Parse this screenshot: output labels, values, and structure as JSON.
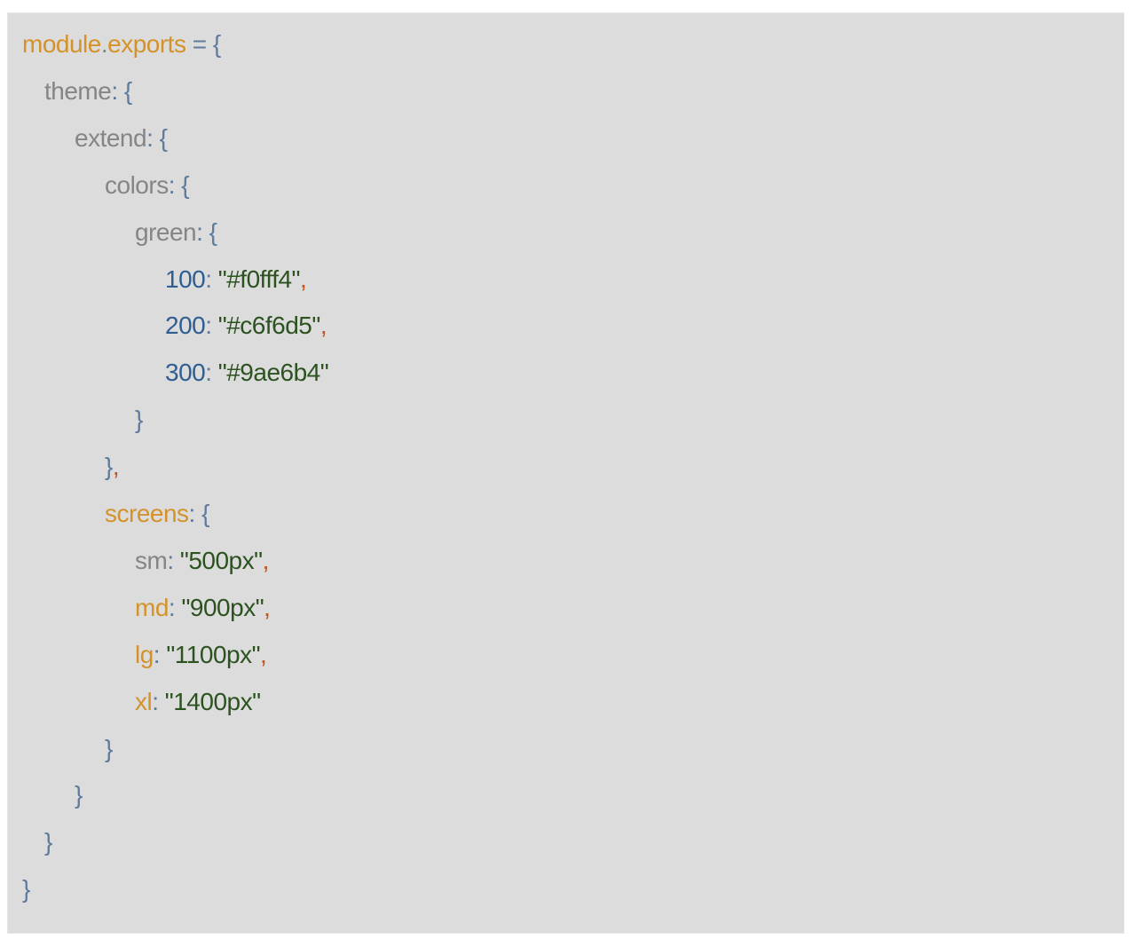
{
  "code_block": {
    "background": "#dcdcdc",
    "token_colors": {
      "keyword": "#d4922a",
      "identifier": "#858585",
      "punctuation": "#5e7a9c",
      "number_key": "#2e5e92",
      "string": "#2c5220",
      "comma": "#c25418"
    },
    "lines": [
      {
        "indent": 0,
        "tokens": [
          {
            "t": "module",
            "c": "kw"
          },
          {
            "t": ".",
            "c": "id"
          },
          {
            "t": "exports",
            "c": "kw"
          },
          {
            "t": " = {",
            "c": "punc"
          }
        ]
      },
      {
        "indent": 1,
        "tokens": [
          {
            "t": "theme",
            "c": "id"
          },
          {
            "t": ": {",
            "c": "punc"
          }
        ]
      },
      {
        "indent": 2,
        "tokens": [
          {
            "t": "extend",
            "c": "id"
          },
          {
            "t": ": {",
            "c": "punc"
          }
        ]
      },
      {
        "indent": 3,
        "tokens": [
          {
            "t": "colors",
            "c": "id"
          },
          {
            "t": ": {",
            "c": "punc"
          }
        ]
      },
      {
        "indent": 4,
        "tokens": [
          {
            "t": "green",
            "c": "id"
          },
          {
            "t": ": {",
            "c": "punc"
          }
        ]
      },
      {
        "indent": 5,
        "tokens": [
          {
            "t": "100",
            "c": "num"
          },
          {
            "t": ": ",
            "c": "punc"
          },
          {
            "t": "\"#f0fff4\"",
            "c": "str"
          },
          {
            "t": ",",
            "c": "comma"
          }
        ]
      },
      {
        "indent": 5,
        "tokens": [
          {
            "t": "200",
            "c": "num"
          },
          {
            "t": ": ",
            "c": "punc"
          },
          {
            "t": "\"#c6f6d5\"",
            "c": "str"
          },
          {
            "t": ",",
            "c": "comma"
          }
        ]
      },
      {
        "indent": 5,
        "tokens": [
          {
            "t": "300",
            "c": "num"
          },
          {
            "t": ": ",
            "c": "punc"
          },
          {
            "t": "\"#9ae6b4\"",
            "c": "str"
          }
        ]
      },
      {
        "indent": 4,
        "tokens": [
          {
            "t": "}",
            "c": "punc"
          }
        ]
      },
      {
        "indent": 3,
        "tokens": [
          {
            "t": "}",
            "c": "punc"
          },
          {
            "t": ",",
            "c": "comma"
          }
        ]
      },
      {
        "indent": 3,
        "tokens": [
          {
            "t": "screens",
            "c": "kw"
          },
          {
            "t": ": {",
            "c": "punc"
          }
        ]
      },
      {
        "indent": 4,
        "tokens": [
          {
            "t": "sm",
            "c": "id"
          },
          {
            "t": ": ",
            "c": "punc"
          },
          {
            "t": "\"500px\"",
            "c": "str"
          },
          {
            "t": ",",
            "c": "comma"
          }
        ]
      },
      {
        "indent": 4,
        "tokens": [
          {
            "t": "md",
            "c": "kw"
          },
          {
            "t": ": ",
            "c": "punc"
          },
          {
            "t": "\"900px\"",
            "c": "str"
          },
          {
            "t": ",",
            "c": "comma"
          }
        ]
      },
      {
        "indent": 4,
        "tokens": [
          {
            "t": "lg",
            "c": "kw"
          },
          {
            "t": ": ",
            "c": "punc"
          },
          {
            "t": "\"1100px\"",
            "c": "str"
          },
          {
            "t": ",",
            "c": "comma"
          }
        ]
      },
      {
        "indent": 4,
        "tokens": [
          {
            "t": "xl",
            "c": "kw"
          },
          {
            "t": ": ",
            "c": "punc"
          },
          {
            "t": "\"1400px\"",
            "c": "str"
          }
        ]
      },
      {
        "indent": 3,
        "tokens": [
          {
            "t": "}",
            "c": "punc"
          }
        ]
      },
      {
        "indent": 2,
        "tokens": [
          {
            "t": "}",
            "c": "punc"
          }
        ]
      },
      {
        "indent": 1,
        "tokens": [
          {
            "t": "}",
            "c": "punc"
          }
        ]
      },
      {
        "indent": 0,
        "tokens": [
          {
            "t": "}",
            "c": "punc"
          }
        ]
      }
    ]
  }
}
